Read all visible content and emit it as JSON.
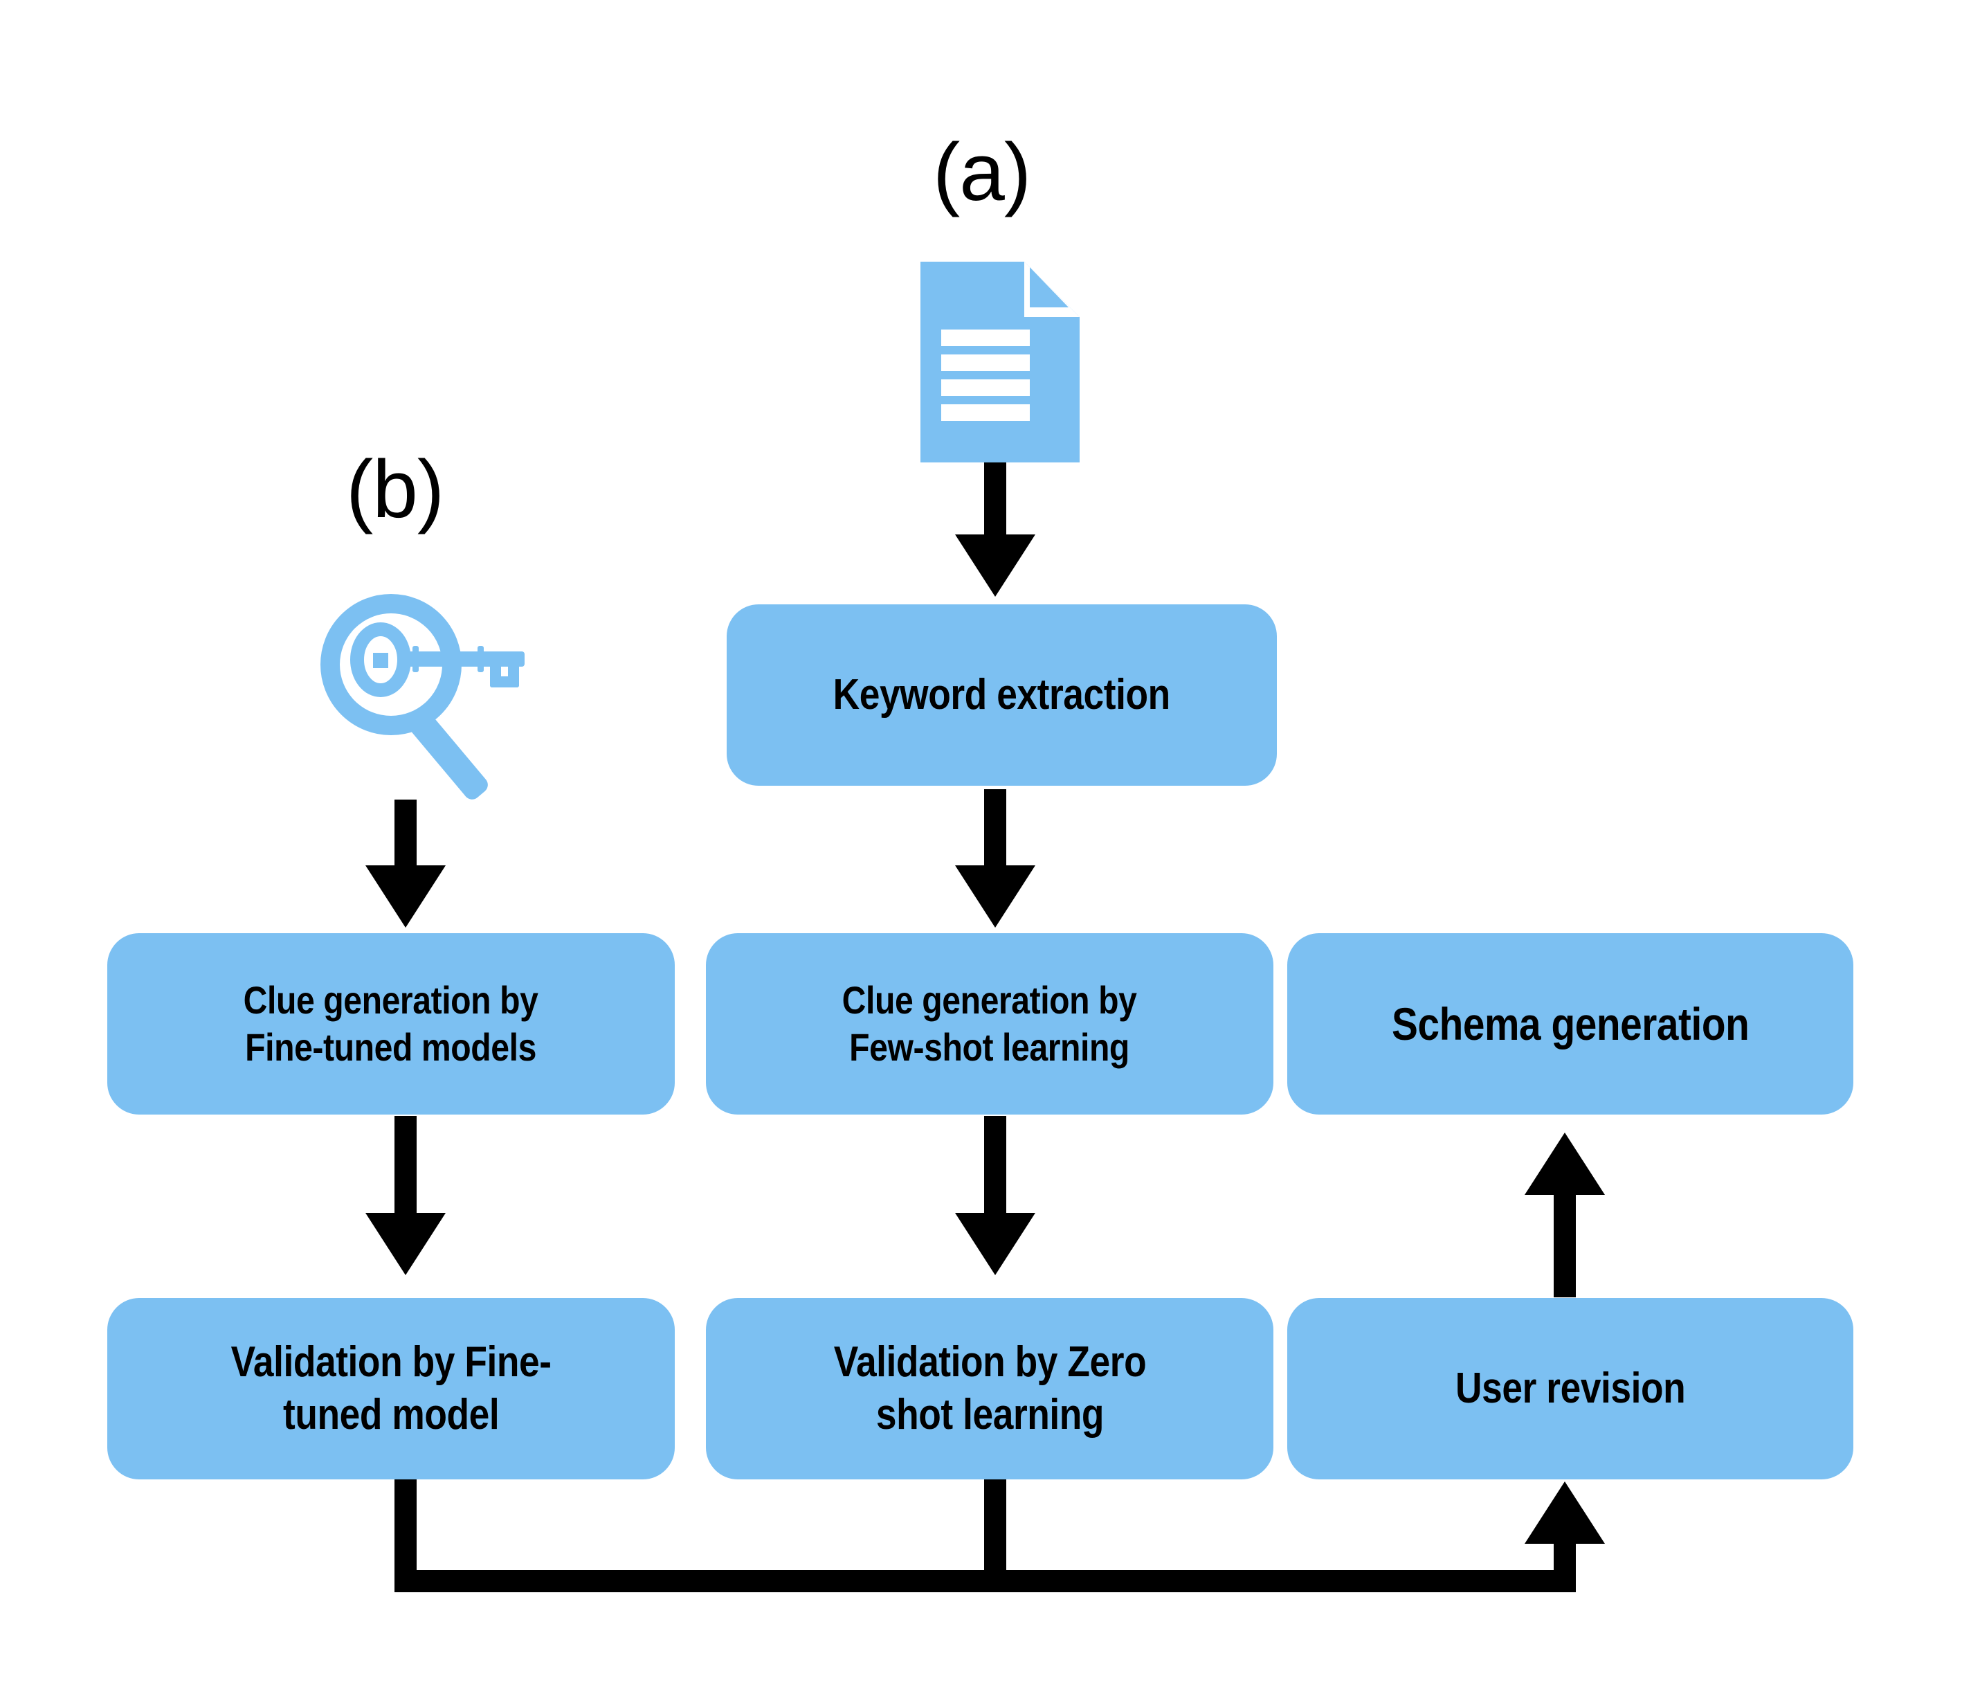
{
  "figure": {
    "type": "flowchart",
    "background": "#ffffff",
    "accent_color": "#7CC0F2",
    "line_color": "#000000"
  },
  "panels": [
    {
      "id": "a",
      "label": "(a)",
      "icon": "document-icon"
    },
    {
      "id": "b",
      "label": "(b)",
      "icon": "key-search-icon"
    }
  ],
  "nodes": [
    {
      "id": "keyword-extraction",
      "label": "Keyword extraction",
      "font_size": 62
    },
    {
      "id": "clue-gen-finetuned",
      "label": "Clue generation by\nFine-tuned models",
      "font_size": 56
    },
    {
      "id": "clue-gen-fewshot",
      "label": "Clue generation by\nFew-shot learning",
      "font_size": 56
    },
    {
      "id": "schema-generation",
      "label": "Schema generation",
      "font_size": 66
    },
    {
      "id": "validation-finetuned",
      "label": "Validation by Fine-\ntuned model",
      "font_size": 62
    },
    {
      "id": "validation-zeroshot",
      "label": "Validation by Zero\nshot learning",
      "font_size": 62
    },
    {
      "id": "user-revision",
      "label": "User revision",
      "font_size": 62
    }
  ],
  "edges": [
    {
      "from": "document-icon",
      "to": "keyword-extraction",
      "kind": "arrow-down"
    },
    {
      "from": "keyword-extraction",
      "to": "clue-gen-fewshot",
      "kind": "arrow-down"
    },
    {
      "from": "key-search-icon",
      "to": "clue-gen-finetuned",
      "kind": "arrow-down"
    },
    {
      "from": "clue-gen-finetuned",
      "to": "validation-finetuned",
      "kind": "arrow-down"
    },
    {
      "from": "clue-gen-fewshot",
      "to": "validation-zeroshot",
      "kind": "arrow-down"
    },
    {
      "from": "user-revision",
      "to": "schema-generation",
      "kind": "arrow-up"
    },
    {
      "from": "validation-finetuned",
      "to": "user-revision",
      "kind": "feedback-elbow"
    },
    {
      "from": "validation-zeroshot",
      "to": "user-revision",
      "kind": "feedback-elbow"
    }
  ]
}
